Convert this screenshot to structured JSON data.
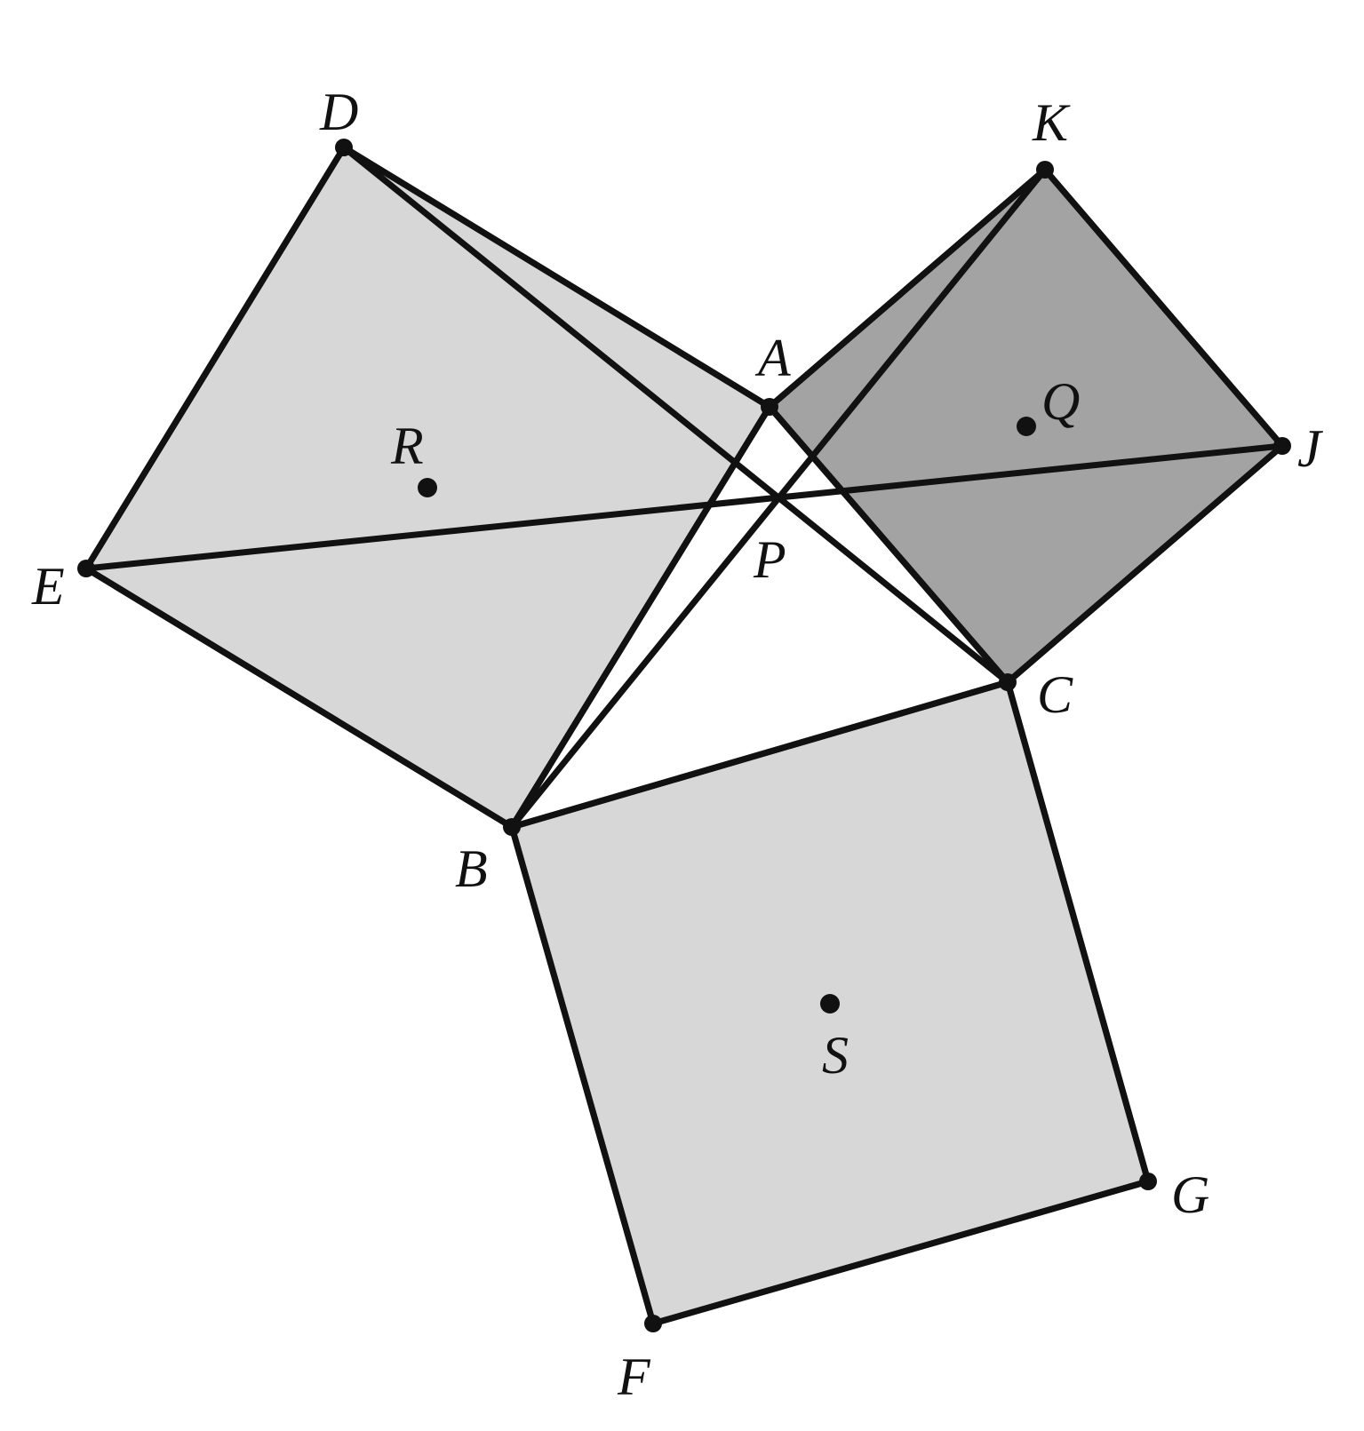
{
  "figure": {
    "colors": {
      "ink": "#111111",
      "square_fill_light": "#d7d7d7",
      "square_fill_dark": "#a3a3a3",
      "background": "#ffffff"
    },
    "labels": {
      "A": "A",
      "B": "B",
      "C": "C",
      "D": "D",
      "E": "E",
      "F": "F",
      "G": "G",
      "J": "J",
      "K": "K",
      "P": "P",
      "Q": "Q",
      "R": "R",
      "S": "S"
    }
  }
}
